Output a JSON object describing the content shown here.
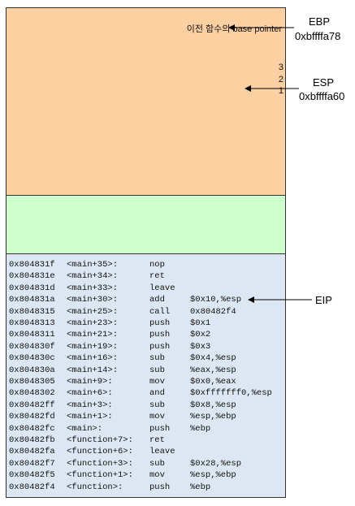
{
  "stack": {
    "prev_frame_label": "이전 함수의 base pointer",
    "slots": [
      "3",
      "2",
      "1"
    ]
  },
  "registers": {
    "ebp": {
      "name": "EBP",
      "value": "0xbffffa78"
    },
    "esp": {
      "name": "ESP",
      "value": "0xbffffa60"
    },
    "eip": {
      "name": "EIP"
    }
  },
  "code": [
    {
      "addr": "0x804831f",
      "sym": "<main+35>:",
      "op": "nop",
      "arg": ""
    },
    {
      "addr": "0x804831e",
      "sym": "<main+34>:",
      "op": "ret",
      "arg": ""
    },
    {
      "addr": "0x804831d",
      "sym": "<main+33>:",
      "op": "leave",
      "arg": ""
    },
    {
      "addr": "0x804831a",
      "sym": "<main+30>:",
      "op": "add",
      "arg": "$0x10,%esp"
    },
    {
      "addr": "0x8048315",
      "sym": "<main+25>:",
      "op": "call",
      "arg": "0x80482f4"
    },
    {
      "addr": "0x8048313",
      "sym": "<main+23>:",
      "op": "push",
      "arg": "$0x1"
    },
    {
      "addr": "0x8048311",
      "sym": "<main+21>:",
      "op": "push",
      "arg": "$0x2"
    },
    {
      "addr": "0x804830f",
      "sym": "<main+19>:",
      "op": "push",
      "arg": "$0x3"
    },
    {
      "addr": "0x804830c",
      "sym": "<main+16>:",
      "op": "sub",
      "arg": "$0x4,%esp"
    },
    {
      "addr": "0x804830a",
      "sym": "<main+14>:",
      "op": "sub",
      "arg": "%eax,%esp"
    },
    {
      "addr": "0x8048305",
      "sym": "<main+9>:",
      "op": "mov",
      "arg": "$0x0,%eax"
    },
    {
      "addr": "0x8048302",
      "sym": "<main+6>:",
      "op": "and",
      "arg": "$0xfffffff0,%esp"
    },
    {
      "addr": "0x80482ff",
      "sym": "<main+3>:",
      "op": "sub",
      "arg": "$0x8,%esp"
    },
    {
      "addr": "0x80482fd",
      "sym": "<main+1>:",
      "op": "mov",
      "arg": "%esp,%ebp"
    },
    {
      "addr": "0x80482fc",
      "sym": "<main>:",
      "op": "push",
      "arg": "%ebp"
    },
    {
      "addr": "0x80482fb",
      "sym": "<function+7>:",
      "op": "ret",
      "arg": ""
    },
    {
      "addr": "0x80482fa",
      "sym": "<function+6>:",
      "op": "leave",
      "arg": ""
    },
    {
      "addr": "0x80482f7",
      "sym": "<function+3>:",
      "op": "sub",
      "arg": "$0x28,%esp"
    },
    {
      "addr": "0x80482f5",
      "sym": "<function+1>:",
      "op": "mov",
      "arg": "%esp,%ebp"
    },
    {
      "addr": "0x80482f4",
      "sym": "<function>:",
      "op": "push",
      "arg": "%ebp"
    }
  ],
  "colors": {
    "stack_fill": "#fdd0a2",
    "free_fill": "#ccffcc",
    "code_fill": "#dde7f3"
  }
}
